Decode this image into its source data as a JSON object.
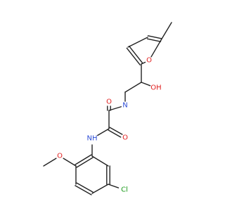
{
  "molecule": {
    "atoms": [
      {
        "id": "C_me",
        "label": ""
      },
      {
        "id": "C5f",
        "label": ""
      },
      {
        "id": "Of",
        "label": "O",
        "color": "#e01e1e"
      },
      {
        "id": "C2f",
        "label": ""
      },
      {
        "id": "C3f",
        "label": ""
      },
      {
        "id": "C4f",
        "label": ""
      },
      {
        "id": "CHOH",
        "label": ""
      },
      {
        "id": "OH",
        "label": "OH",
        "color": "#e01e1e"
      },
      {
        "id": "CH2",
        "label": ""
      },
      {
        "id": "N1",
        "label": "N",
        "color": "#2b4bd6"
      },
      {
        "id": "C_ox1",
        "label": ""
      },
      {
        "id": "O_ox1",
        "label": "O",
        "color": "#e01e1e"
      },
      {
        "id": "C_ox2",
        "label": ""
      },
      {
        "id": "O_ox2",
        "label": "O",
        "color": "#e01e1e"
      },
      {
        "id": "N2",
        "label": "NH",
        "color": "#2b4bd6"
      },
      {
        "id": "Ar1",
        "label": ""
      },
      {
        "id": "Ar2",
        "label": ""
      },
      {
        "id": "O_me",
        "label": "O",
        "color": "#e01e1e"
      },
      {
        "id": "C_ome",
        "label": ""
      },
      {
        "id": "Ar3",
        "label": ""
      },
      {
        "id": "Ar4",
        "label": ""
      },
      {
        "id": "Ar5",
        "label": ""
      },
      {
        "id": "Cl",
        "label": "Cl",
        "color": "#1a9a1a"
      },
      {
        "id": "Ar6",
        "label": ""
      }
    ],
    "bonds": [
      {
        "a": "C_me",
        "b": "C5f",
        "order": 1
      },
      {
        "a": "C5f",
        "b": "Of",
        "order": 1
      },
      {
        "a": "Of",
        "b": "C2f",
        "order": 1
      },
      {
        "a": "C2f",
        "b": "C3f",
        "order": 2
      },
      {
        "a": "C3f",
        "b": "C4f",
        "order": 1
      },
      {
        "a": "C4f",
        "b": "C5f",
        "order": 2
      },
      {
        "a": "C2f",
        "b": "CHOH",
        "order": 1
      },
      {
        "a": "CHOH",
        "b": "OH",
        "order": 1
      },
      {
        "a": "CHOH",
        "b": "CH2",
        "order": 1
      },
      {
        "a": "CH2",
        "b": "N1",
        "order": 1
      },
      {
        "a": "N1",
        "b": "C_ox1",
        "order": 1
      },
      {
        "a": "C_ox1",
        "b": "O_ox1",
        "order": 2
      },
      {
        "a": "C_ox1",
        "b": "C_ox2",
        "order": 1
      },
      {
        "a": "C_ox2",
        "b": "O_ox2",
        "order": 2
      },
      {
        "a": "C_ox2",
        "b": "N2",
        "order": 1
      },
      {
        "a": "N2",
        "b": "Ar1",
        "order": 1
      },
      {
        "a": "Ar1",
        "b": "Ar2",
        "order": 2
      },
      {
        "a": "Ar2",
        "b": "Ar3",
        "order": 1
      },
      {
        "a": "Ar3",
        "b": "Ar4",
        "order": 2
      },
      {
        "a": "Ar4",
        "b": "Ar5",
        "order": 1
      },
      {
        "a": "Ar5",
        "b": "Ar6",
        "order": 2
      },
      {
        "a": "Ar6",
        "b": "Ar1",
        "order": 1
      },
      {
        "a": "Ar2",
        "b": "O_me",
        "order": 1
      },
      {
        "a": "O_me",
        "b": "C_ome",
        "order": 1
      },
      {
        "a": "Ar5",
        "b": "Cl",
        "order": 1
      }
    ]
  }
}
